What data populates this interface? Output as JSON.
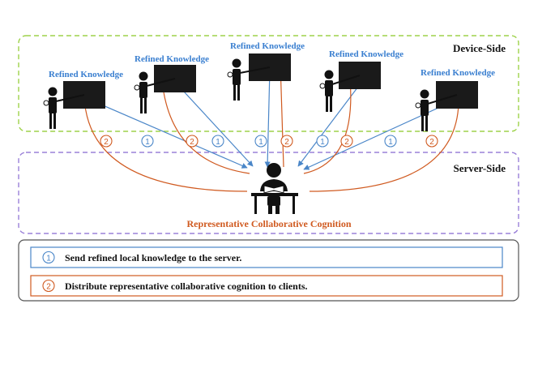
{
  "device_side_label": "Device-Side",
  "server_side_label": "Server-Side",
  "device_label": "Refined Knowledge",
  "server_caption": "Representative Collaborative Cognition",
  "step_upload": "1",
  "step_distribute": "2",
  "legend": {
    "upload": "Send refined local knowledge to the server.",
    "distribute": "Distribute representative collaborative cognition to clients."
  },
  "colors": {
    "upload": "#4a86c8",
    "distribute": "#d05a20",
    "device_box": "#9ed24a",
    "server_box": "#9a80d8",
    "label_blue": "#3a7fd0",
    "caption": "#d05a20"
  }
}
